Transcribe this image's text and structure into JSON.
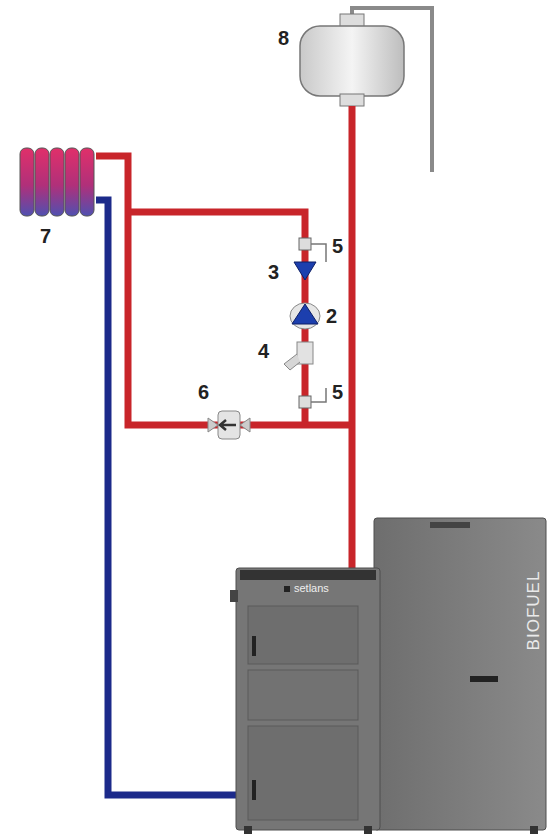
{
  "diagram": {
    "labels": [
      "8",
      "7",
      "5",
      "3",
      "2",
      "4",
      "5",
      "6",
      "setlans",
      "BIOFUEL"
    ]
  }
}
